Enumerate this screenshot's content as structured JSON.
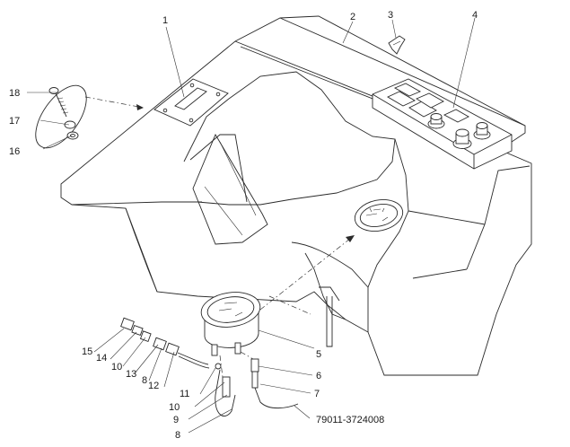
{
  "drawing": {
    "part_number": "79011-3724008",
    "colors": {
      "line": "#2a2a2a",
      "watermark": "#c9d2d2"
    }
  },
  "callouts": [
    {
      "id": "c1",
      "label": "1"
    },
    {
      "id": "c2",
      "label": "2"
    },
    {
      "id": "c3",
      "label": "3"
    },
    {
      "id": "c4",
      "label": "4"
    },
    {
      "id": "c5",
      "label": "5"
    },
    {
      "id": "c6",
      "label": "6"
    },
    {
      "id": "c7",
      "label": "7"
    },
    {
      "id": "c8a",
      "label": "8"
    },
    {
      "id": "c8b",
      "label": "8"
    },
    {
      "id": "c9",
      "label": "9"
    },
    {
      "id": "c10a",
      "label": "10"
    },
    {
      "id": "c10b",
      "label": "10"
    },
    {
      "id": "c11",
      "label": "11"
    },
    {
      "id": "c12",
      "label": "12"
    },
    {
      "id": "c13",
      "label": "13"
    },
    {
      "id": "c14",
      "label": "14"
    },
    {
      "id": "c15",
      "label": "15"
    },
    {
      "id": "c16",
      "label": "16"
    },
    {
      "id": "c17",
      "label": "17"
    },
    {
      "id": "c18",
      "label": "18"
    }
  ]
}
